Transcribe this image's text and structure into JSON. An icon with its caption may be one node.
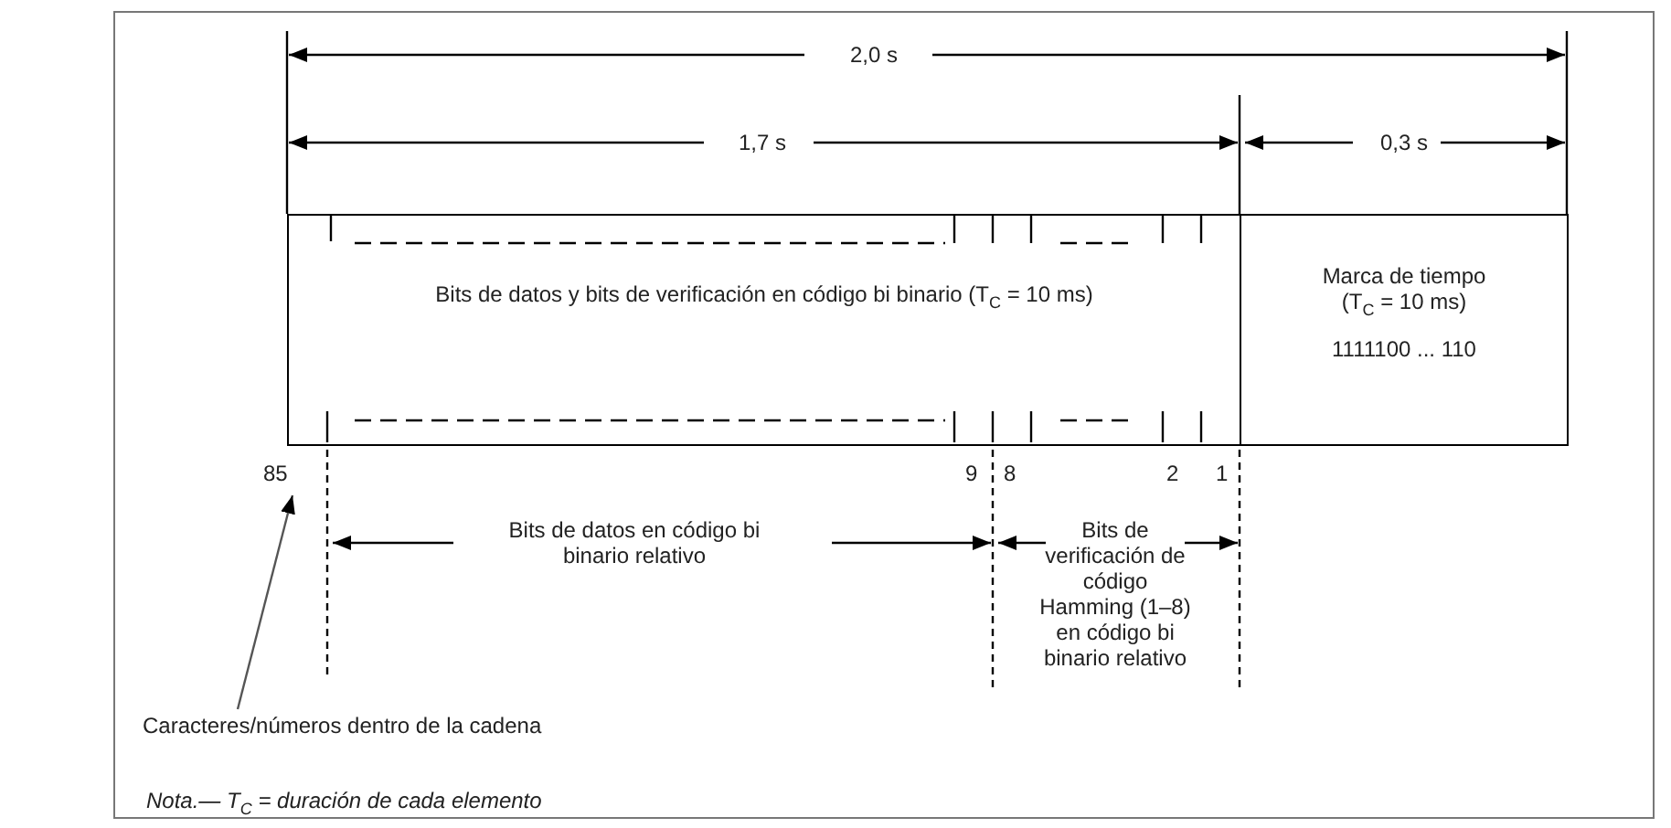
{
  "diagram": {
    "nodes": [
      {
        "text": [
          "Bits de datos y bits de verificación en código bi binario (T$_{C}$ = 10 ms)"
        ]
      },
      {
        "text": [
          "Marca de tiempo (T$_{C}$ = 10 ms)",
          "1111100 ... 110"
        ]
      },
      {
        "text": [
          "85"
        ]
      },
      {
        "text": [
          "Caracteres/números dentro de la cadena"
        ]
      }
    ],
    "edges": [
      {
        "from": 3,
        "to": 2,
        "arrow": "to"
      }
    ],
    "labels": [
      "2,0 s",
      "1,7 s",
      "0,3 s",
      "9",
      "8",
      "2",
      "1",
      "Bits de datos en código bi binario relativo",
      "Bits de verificación de código Hamming (1–8) en código bi binario relativo",
      "Nota.— T$_{C}$ = duración de cada elemento"
    ]
  }
}
